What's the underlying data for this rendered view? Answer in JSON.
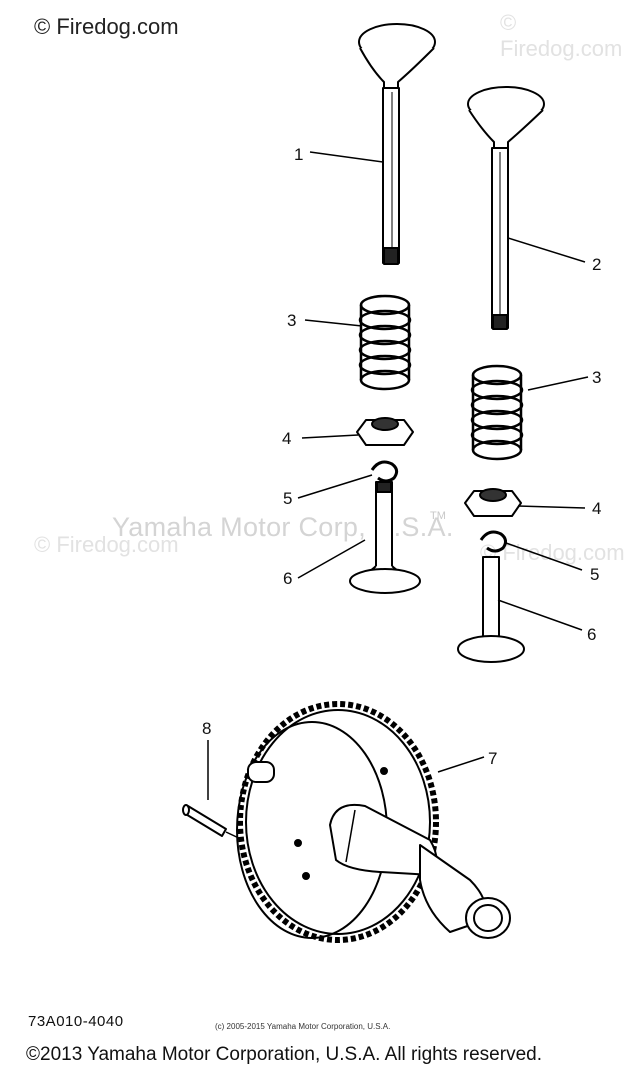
{
  "watermarks": {
    "top_left": "© Firedog.com",
    "top_right": "© Firedog.com",
    "mid_left": "© Firedog.com",
    "mid_right": "© Firedog.com",
    "center": "Yamaha Motor Corp, U.S.A.",
    "tm": "TM"
  },
  "callouts": {
    "c1": "1",
    "c2": "2",
    "c3a": "3",
    "c3b": "3",
    "c4a": "4",
    "c4b": "4",
    "c5a": "5",
    "c5b": "5",
    "c6a": "6",
    "c6b": "6",
    "c7": "7",
    "c8": "8"
  },
  "footer": {
    "ref_code": "73A010-4040",
    "small_copyright": "(c) 2005-2015 Yamaha Motor Corporation, U.S.A.",
    "copyright": "©2013 Yamaha Motor Corporation, U.S.A. All rights reserved."
  }
}
